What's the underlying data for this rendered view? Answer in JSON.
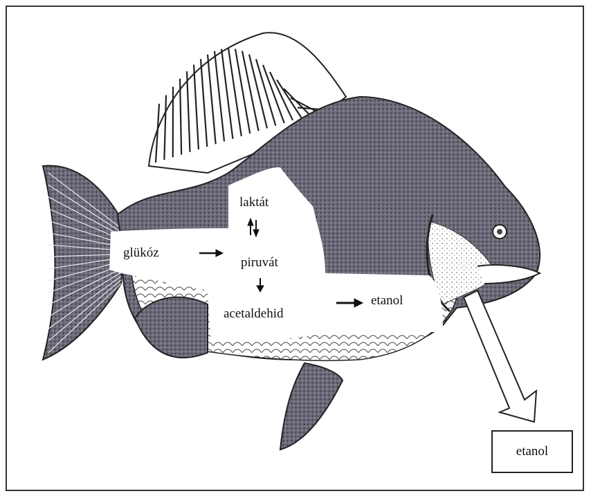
{
  "labels": {
    "laktat": "laktát",
    "glukoz": "glükóz",
    "piruvat": "piruvát",
    "acetaldehid": "acetaldehid",
    "etanol_inside": "etanol",
    "etanol_outside": "etanol"
  },
  "colors": {
    "ink": "#1a1a1a",
    "body_shade": "#5a5a6a",
    "background": "#ffffff"
  }
}
